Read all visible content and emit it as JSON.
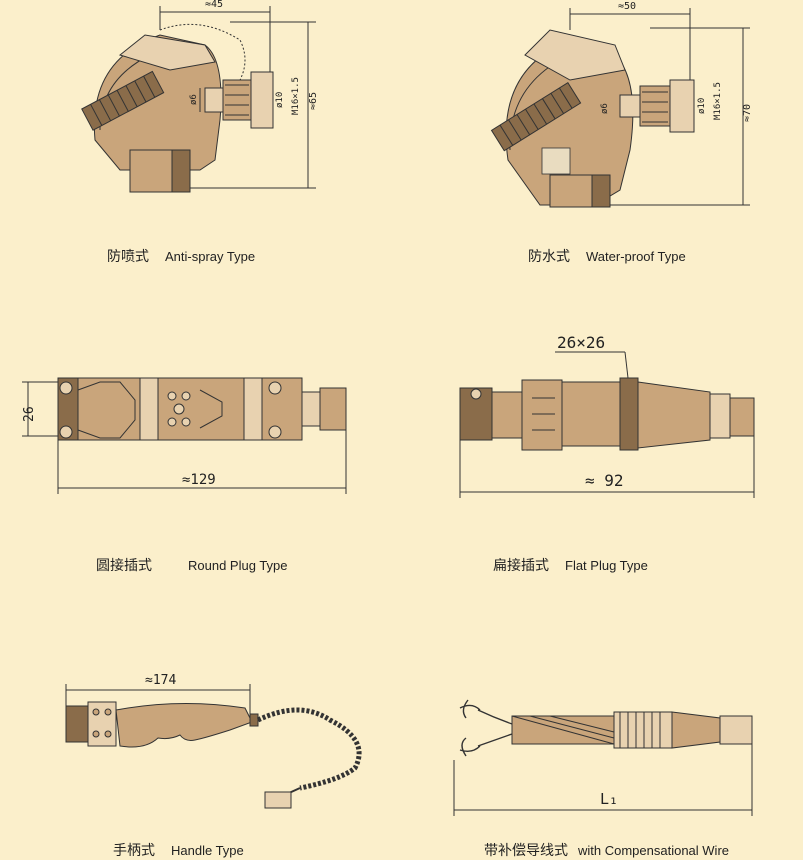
{
  "items": [
    {
      "zh": "防喷式",
      "en": "Anti-spray Type",
      "dims": {
        "top": "≈45",
        "h": "≈65",
        "d1": "ø6",
        "d2": "ø10",
        "thread": "M16×1.5"
      }
    },
    {
      "zh": "防水式",
      "en": "Water-proof Type",
      "dims": {
        "top": "≈50",
        "h": "≈70",
        "d1": "ø6",
        "d2": "ø10",
        "thread": "M16×1.5"
      }
    },
    {
      "zh": "圆接插式",
      "en": "Round Plug Type",
      "dims": {
        "h": "26",
        "w": "≈129"
      }
    },
    {
      "zh": "扁接插式",
      "en": "Flat Plug Type",
      "dims": {
        "top": "26×26",
        "w": "≈ 92"
      }
    },
    {
      "zh": "手柄式",
      "en": "Handle Type",
      "dims": {
        "w": "≈174"
      }
    },
    {
      "zh": "带补偿导线式",
      "en": "with Compensational Wire",
      "dims": {
        "w": "L₁"
      }
    }
  ]
}
